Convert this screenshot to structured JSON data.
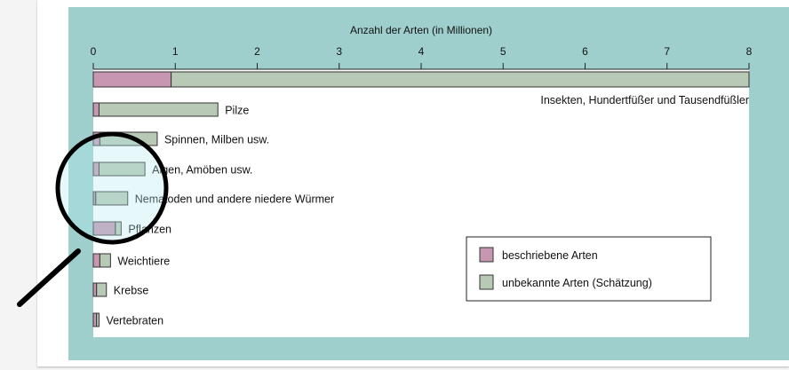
{
  "chart_data": {
    "type": "bar",
    "orientation": "horizontal",
    "stacked": true,
    "title": "Anzahl der Arten (in Millionen)",
    "xlim": [
      0,
      8
    ],
    "x_ticks": [
      "0",
      "1",
      "2",
      "3",
      "4",
      "5",
      "6",
      "7",
      "8"
    ],
    "categories": [
      "Insekten, Hundertfüßer und Tausendfüßler",
      "Pilze",
      "Spinnen, Milben usw.",
      "Algen, Amöben usw.",
      "Nematoden und andere niedere Würmer",
      "Pflanzen",
      "Weichtiere",
      "Krebse",
      "Vertebraten"
    ],
    "series": [
      {
        "name": "beschriebene Arten",
        "color": "#c797b2",
        "values": [
          0.95,
          0.07,
          0.08,
          0.07,
          0.03,
          0.27,
          0.08,
          0.04,
          0.04
        ]
      },
      {
        "name": "unbekannte Arten (Schätzung)",
        "color": "#b8c9b5",
        "values": [
          7.05,
          1.45,
          0.7,
          0.56,
          0.39,
          0.07,
          0.13,
          0.12,
          0.03
        ]
      }
    ],
    "legend": {
      "position": "bottom-right",
      "items": [
        "beschriebene Arten",
        "unbekannte Arten (Schätzung)"
      ]
    },
    "grid": false
  },
  "decoration": {
    "magnifier_icon": "magnifying-glass-icon"
  }
}
